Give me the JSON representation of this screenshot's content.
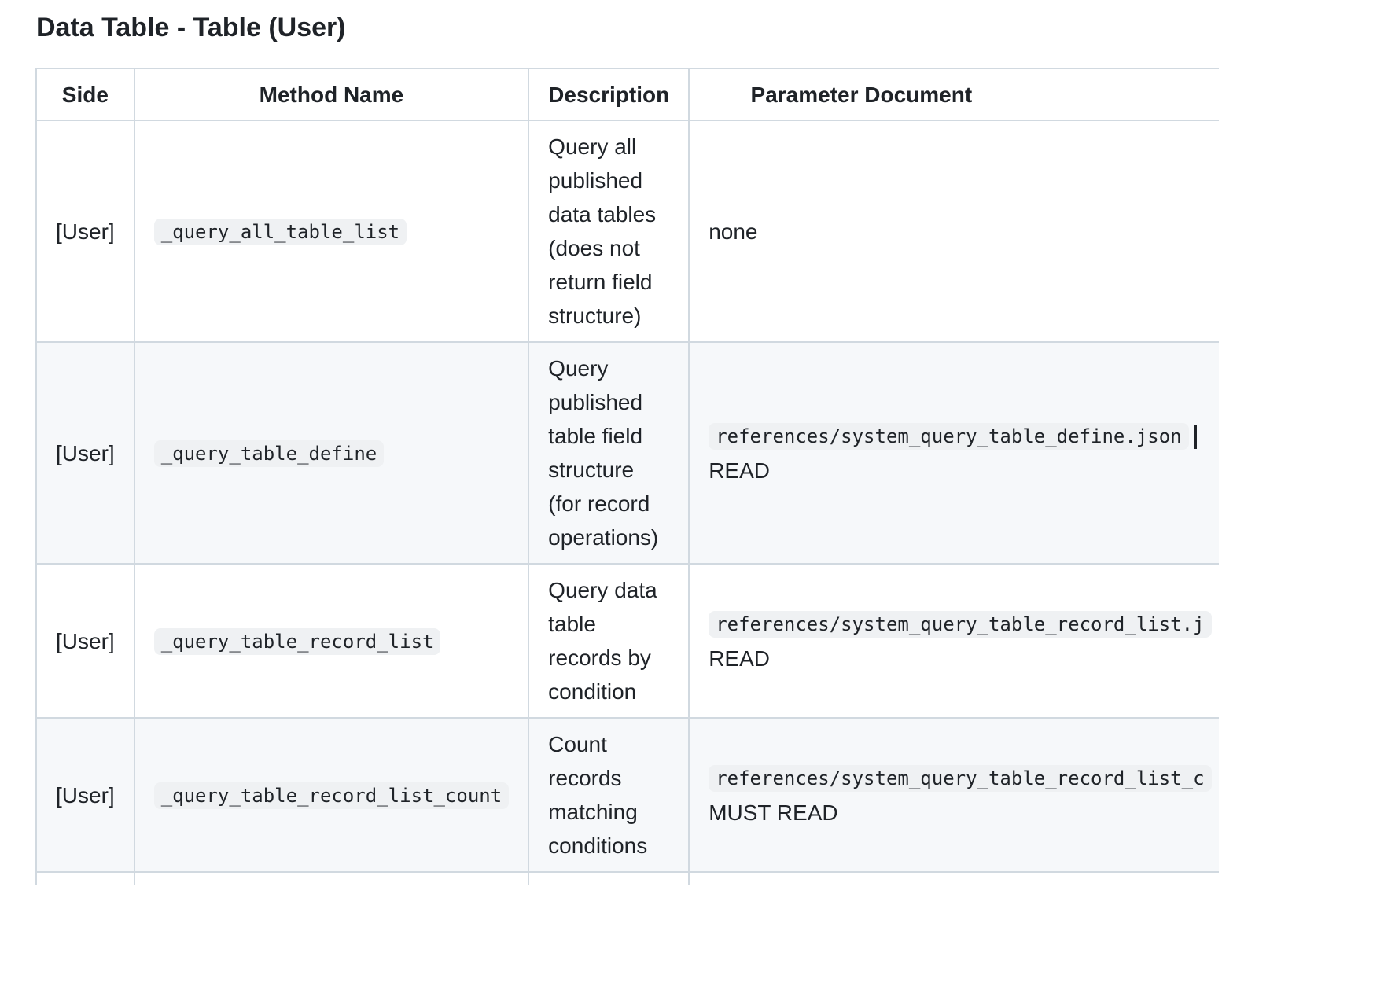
{
  "title": "Data Table - Table (User)",
  "table": {
    "headers": [
      "Side",
      "Method Name",
      "Description",
      "Parameter Document"
    ],
    "rows": [
      {
        "side": "[User]",
        "method": "_query_all_table_list",
        "description": "Query all published data tables (does not return field structure)",
        "param_code": "",
        "param_text": "none"
      },
      {
        "side": "[User]",
        "method": "_query_table_define",
        "description": "Query published table field structure (for record operations)",
        "param_code": "references/system_query_table_define.json",
        "param_text": "READ"
      },
      {
        "side": "[User]",
        "method": "_query_table_record_list",
        "description": "Query data table records by condition",
        "param_code": "references/system_query_table_record_list.j",
        "param_text": "READ"
      },
      {
        "side": "[User]",
        "method": "_query_table_record_list_count",
        "description": "Count records matching conditions",
        "param_code": "references/system_query_table_record_list_c",
        "param_text": "MUST READ"
      }
    ]
  }
}
